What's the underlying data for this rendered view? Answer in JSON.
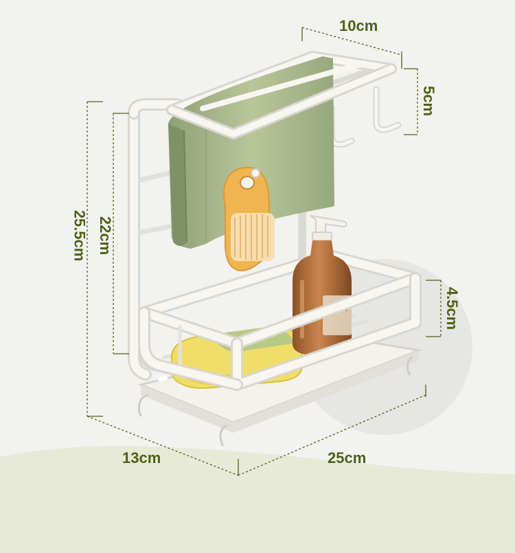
{
  "dimensions": {
    "top_depth": "10cm",
    "hook_height": "5cm",
    "total_height": "25.5cm",
    "rack_height": "22cm",
    "tray_height": "4.5cm",
    "bottom_depth": "13cm",
    "bottom_width": "25cm"
  },
  "colors": {
    "dimension": "#4e6118",
    "background": "#f2f2f0",
    "frame": "#f6f4ef",
    "towel": "#a9b78c",
    "sponge": "#e8d25a",
    "soap_bottle": "#b8794a",
    "brush": "#f0b450"
  },
  "icons": [
    "towel-icon",
    "brush-icon",
    "soap-dispenser-icon",
    "sponge-icon",
    "hook-icon"
  ]
}
